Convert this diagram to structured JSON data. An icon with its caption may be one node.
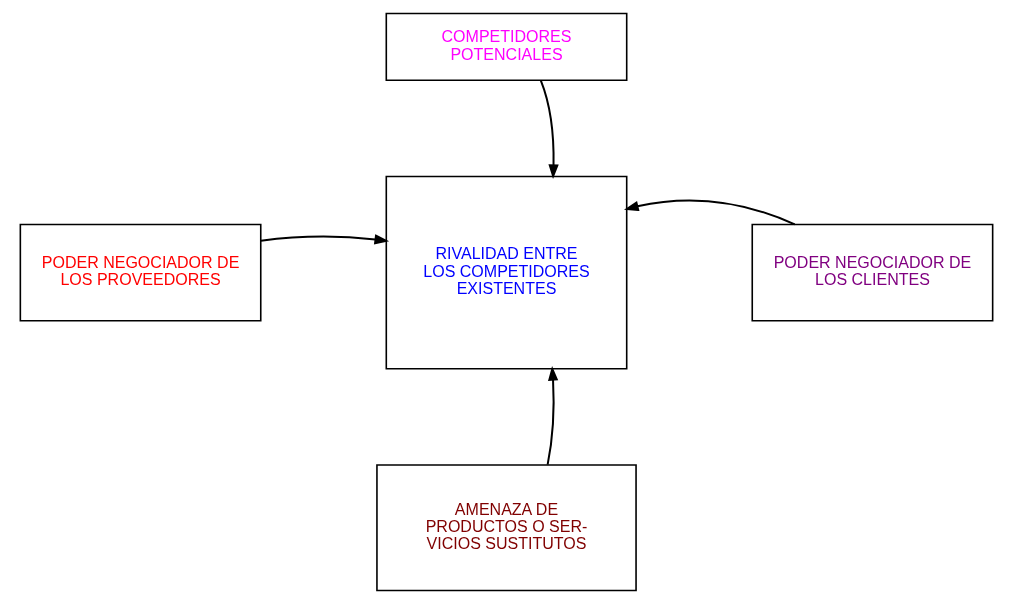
{
  "diagram": {
    "nodes": [
      {
        "text": [
          "COMPETIDORES POTENCIALES"
        ]
      },
      {
        "text": [
          "PODER NEGOCIADOR DE LOS PROVEEDORES"
        ]
      },
      {
        "text": [
          "RIVALIDAD ENTRE LOS COMPETIDORES EXISTENTES"
        ]
      },
      {
        "text": [
          "PODER NEGOCIADOR DE LOS CLIENTES"
        ]
      },
      {
        "text": [
          "AMENAZA DE PRODUCTOS O SER- VICIOS SUSTITUTOS"
        ]
      }
    ],
    "edges": [
      {
        "from": 0,
        "to": 2,
        "arrow": "to"
      },
      {
        "from": 1,
        "to": 2,
        "arrow": "to"
      },
      {
        "from": 3,
        "to": 2,
        "arrow": "to"
      },
      {
        "from": 4,
        "to": 2,
        "arrow": "to"
      }
    ]
  }
}
